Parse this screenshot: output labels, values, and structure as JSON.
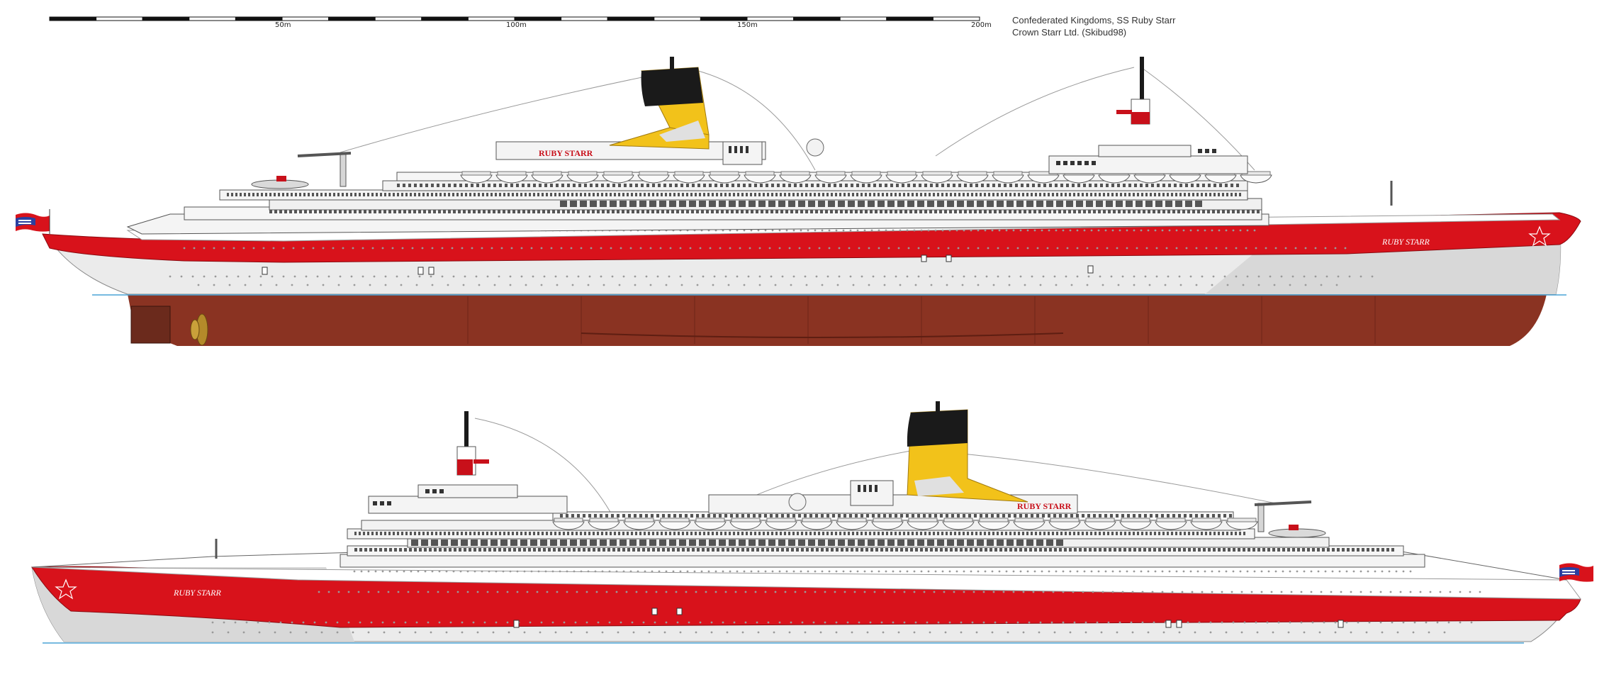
{
  "scale_bar": {
    "labels": [
      "50m",
      "100m",
      "150m",
      "200m"
    ]
  },
  "caption": {
    "line1": "Confederated Kingdoms, SS Ruby Starr",
    "line2": "Crown Starr Ltd. (Skibud98)"
  },
  "ships": {
    "top": {
      "hull_name": "RUBY STARR",
      "funnel_sign": "RUBY STARR"
    },
    "bottom": {
      "hull_name": "RUBY STARR",
      "funnel_sign": "RUBY STARR"
    }
  },
  "colors": {
    "hull_red": "#d8121b",
    "hull_white": "#eeeeee",
    "underwater": "#8a3322",
    "funnel_yellow": "#f2c21a",
    "funnel_black": "#1a1a1a",
    "superstructure": "#f4f4f4",
    "waterline": "#4aa3d6"
  }
}
